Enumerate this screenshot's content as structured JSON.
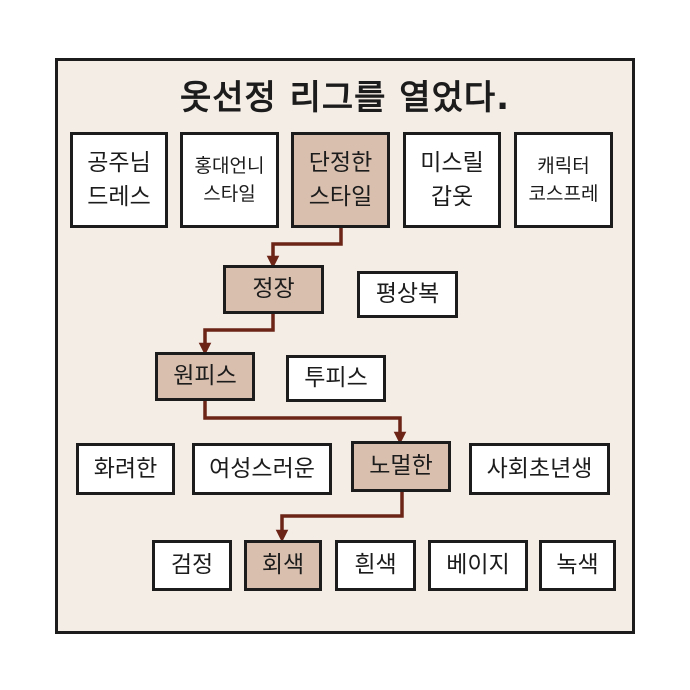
{
  "title": "옷선정 리그를 열었다.",
  "colors": {
    "selected": "#d9bfae",
    "arrow": "#6b2416",
    "panel": "#f4ede6"
  },
  "rows": {
    "r1": [
      {
        "label": "공주님\n드레스",
        "selected": false
      },
      {
        "label": "홍대언니\n스타일",
        "selected": false
      },
      {
        "label": "단정한\n스타일",
        "selected": true
      },
      {
        "label": "미스릴\n갑옷",
        "selected": false
      },
      {
        "label": "캐릭터\n코스프레",
        "selected": false
      }
    ],
    "r2": [
      {
        "label": "정장",
        "selected": true
      },
      {
        "label": "평상복",
        "selected": false
      }
    ],
    "r3": [
      {
        "label": "원피스",
        "selected": true
      },
      {
        "label": "투피스",
        "selected": false
      }
    ],
    "r4": [
      {
        "label": "화려한",
        "selected": false
      },
      {
        "label": "여성스러운",
        "selected": false
      },
      {
        "label": "노멀한",
        "selected": true
      },
      {
        "label": "사회초년생",
        "selected": false
      }
    ],
    "r5": [
      {
        "label": "검정",
        "selected": false
      },
      {
        "label": "회색",
        "selected": true
      },
      {
        "label": "흰색",
        "selected": false
      },
      {
        "label": "베이지",
        "selected": false
      },
      {
        "label": "녹색",
        "selected": false
      }
    ]
  }
}
